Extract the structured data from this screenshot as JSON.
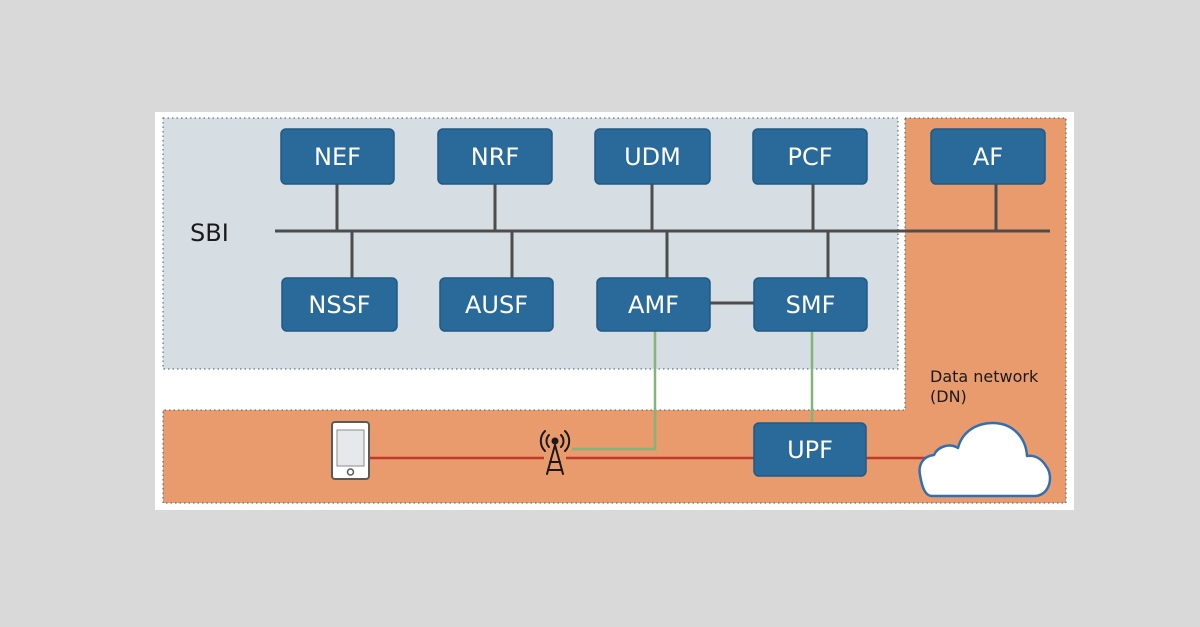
{
  "diagram": {
    "sbi_label": "SBI",
    "nodes": {
      "nef": "NEF",
      "nrf": "NRF",
      "udm": "UDM",
      "pcf": "PCF",
      "af": "AF",
      "nssf": "NSSF",
      "ausf": "AUSF",
      "amf": "AMF",
      "smf": "SMF",
      "upf": "UPF"
    },
    "data_network": {
      "line1": "Data network",
      "line2": "(DN)"
    },
    "icons": {
      "ue": "smartphone-icon",
      "ran": "radio-tower-icon",
      "dn": "cloud-icon"
    },
    "colors": {
      "page_background": "#d9d9d9",
      "canvas": "#ffffff",
      "control_plane": "#d6dde3",
      "user_plane": "#e99b6d",
      "node": "#2a6a9a",
      "node_border": "#1f5a85",
      "bus": "#4d4d4d",
      "n2_n4_link": "#86b37a",
      "user_data_path": "#c0392b",
      "cloud_stroke": "#2f6fb2"
    }
  }
}
